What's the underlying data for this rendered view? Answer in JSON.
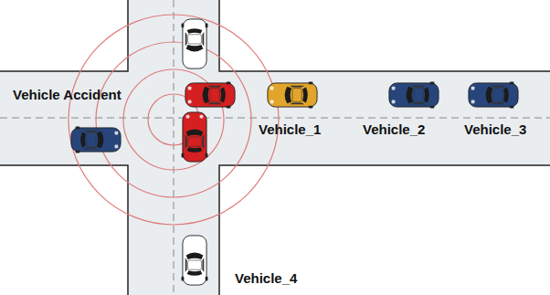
{
  "diagram": {
    "labels": [
      "Vehicle Accident",
      "Vehicle_1",
      "Vehicle_2",
      "Vehicle_3",
      "Vehicle_4"
    ]
  }
}
